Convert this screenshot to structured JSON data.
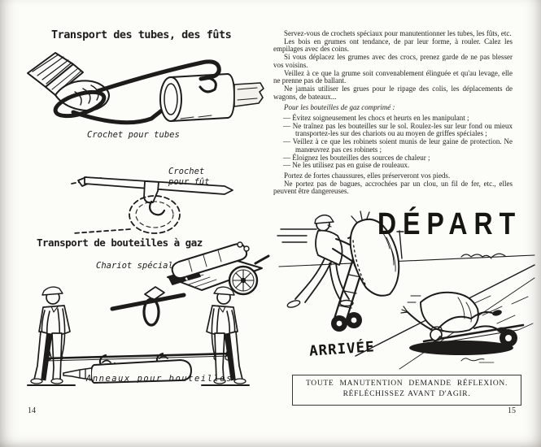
{
  "colors": {
    "paper": "#fcfcf9",
    "ink": "#1d1c1a"
  },
  "left_page": {
    "page_number": "14",
    "section_tubes": {
      "title": "Transport des tubes, des fûts",
      "caption_tube_hook": "Crochet pour tubes",
      "caption_drum_hook": "Crochet pour fût"
    },
    "section_gas": {
      "title": "Transport de bouteilles à gaz",
      "caption_cart": "Chariot spécial",
      "caption_rings": "Anneaux pour bouteilles"
    }
  },
  "right_page": {
    "page_number": "15",
    "paragraphs": [
      "Servez-vous de crochets spéciaux pour manutentionner les tubes, les fûts, etc.",
      "Les bois en grumes ont tendance, de par leur forme, à rouler. Calez les empilages avec des coins.",
      "Si vous déplacez les grumes avec des crocs, prenez garde de ne pas blesser vos voisins.",
      "Veillez à ce que la grume soit convenablement élinguée et qu'au levage, elle ne prenne pas de ballant.",
      "Ne jamais utiliser les grues pour le ripage des colis, les déplacements de wagons, de bateaux..."
    ],
    "gas_section": {
      "heading": "Pour les bouteilles de gaz comprimé :",
      "items": [
        "— Évitez soigneusement les chocs et heurts en les manipulant ;",
        "— Ne traînez pas les bouteilles sur le sol. Roulez-les sur leur fond ou mieux transportez-les sur des chariots ou au moyen de griffes spéciales ;",
        "— Veillez à ce que les robinets soient munis de leur gaine de protection. Ne manœuvrez pas ces robinets ;",
        "— Éloignez les bouteilles des sources de chaleur ;",
        "— Ne les utilisez pas en guise de rouleaux."
      ]
    },
    "closing_paragraphs": [
      "Portez de fortes chaussures, elles préserveront vos pieds.",
      "Ne portez pas de bagues, accrochées par un clou, un fil de fer, etc., elles peuvent être dangereuses."
    ],
    "cartoon": {
      "depart_label": "DÉPART",
      "arrivee_label": "ARRIVÉE"
    },
    "notice_box": {
      "line1": "TOUTE MANUTENTION DEMANDE RÉFLEXION.",
      "line2": "RÉFLÉCHISSEZ AVANT D'AGIR."
    }
  }
}
